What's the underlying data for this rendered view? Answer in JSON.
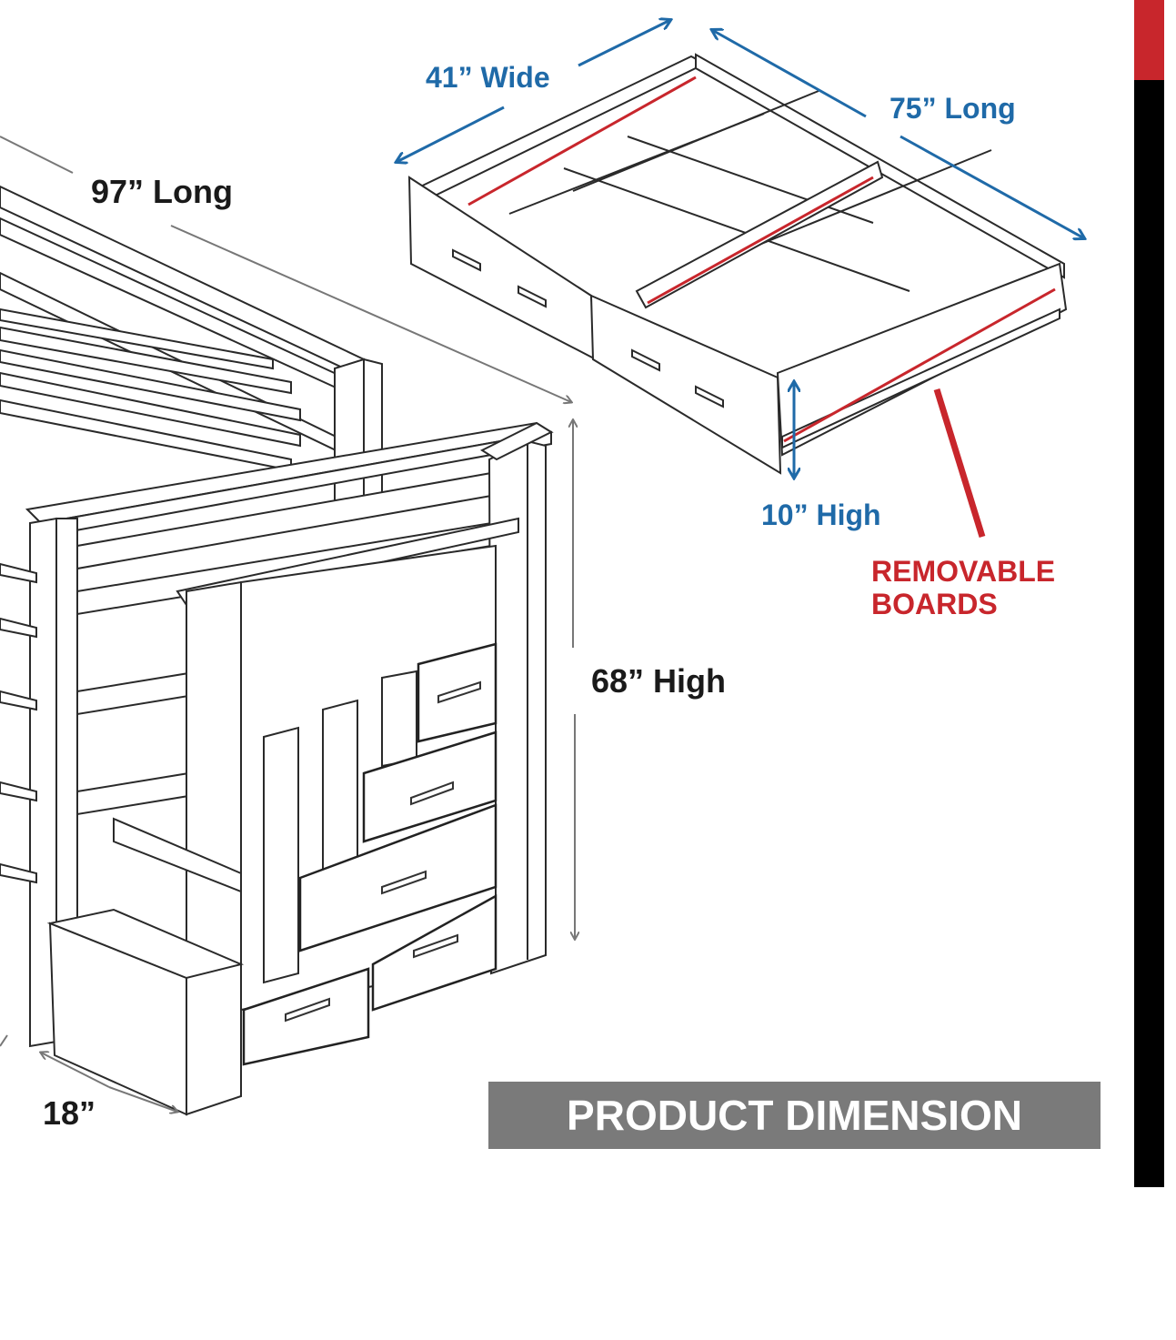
{
  "labels": {
    "bed_length": "97” Long",
    "bed_height": "68” High",
    "stair_depth": "18”",
    "trundle_width": "41” Wide",
    "trundle_length": "75” Long",
    "trundle_height": "10” High",
    "removable_line1": "REMOVABLE",
    "removable_line2": "BOARDS"
  },
  "banner": {
    "text": "PRODUCT DIMENSION"
  },
  "colors": {
    "dimension_dark": "#1a1a1a",
    "dimension_blue": "#1f6aa8",
    "removable_red": "#c8262c",
    "banner_bg": "#7a7a7a",
    "side_bar": "#000000",
    "side_bar_accent": "#c8262c"
  }
}
